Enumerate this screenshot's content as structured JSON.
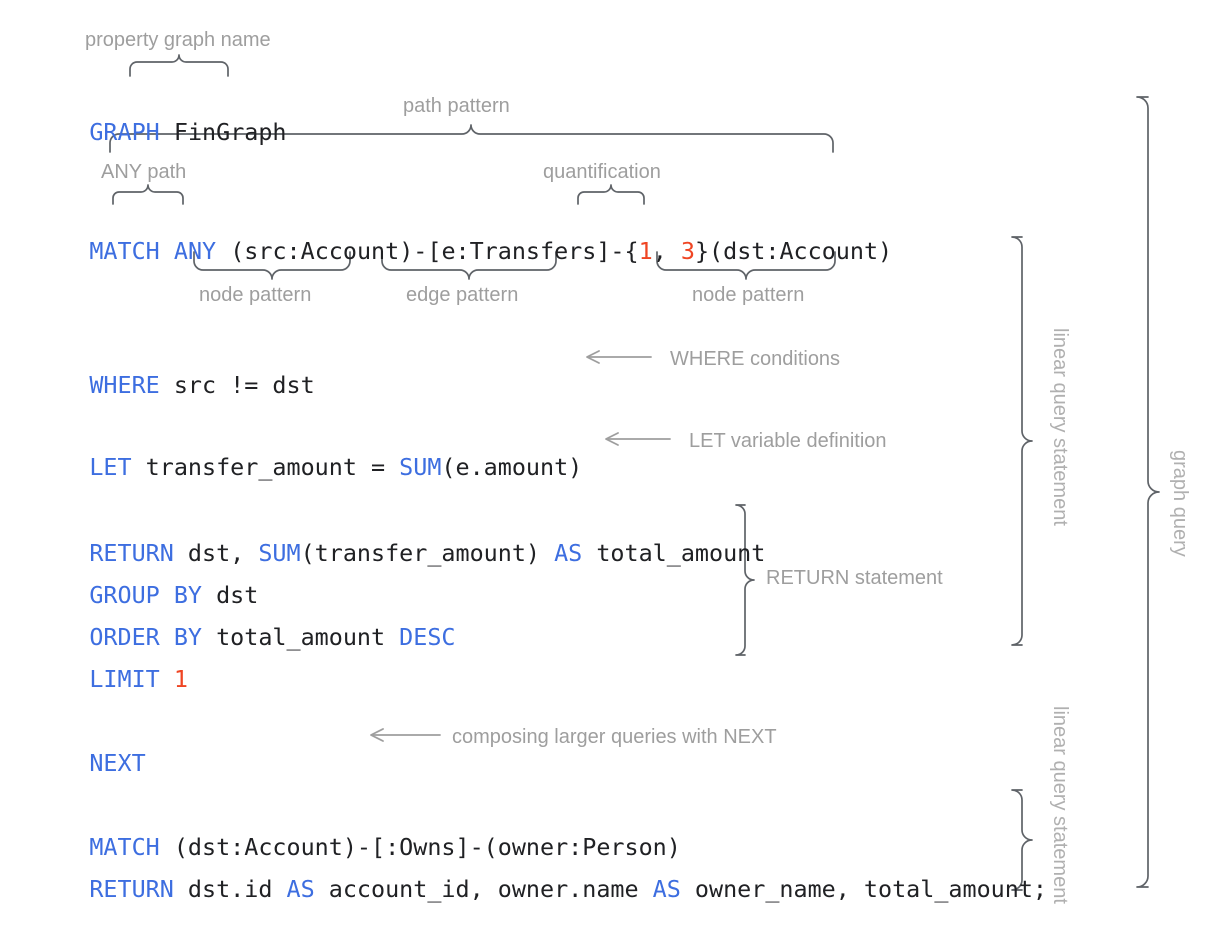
{
  "figure": {
    "title": "GQL graph query annotated diagram",
    "colors": {
      "keyword": "#3d6ee0",
      "literal": "#ef4523",
      "text": "#202124",
      "annotation": "#9e9e9e",
      "brace": "#5f6368",
      "background": "#ffffff"
    }
  },
  "code_lines": [
    {
      "id": "line-graph",
      "text": "GRAPH FinGraph"
    },
    {
      "id": "line-match",
      "text": "MATCH ANY (src:Account)-[e:Transfers]-{1, 3}(dst:Account)"
    },
    {
      "id": "line-where",
      "text": "WHERE src != dst"
    },
    {
      "id": "line-let",
      "text": "LET transfer_amount = SUM(e.amount)"
    },
    {
      "id": "line-return",
      "text": "RETURN dst, SUM(transfer_amount) AS total_amount"
    },
    {
      "id": "line-groupby",
      "text": "GROUP BY dst"
    },
    {
      "id": "line-orderby",
      "text": "ORDER BY total_amount DESC"
    },
    {
      "id": "line-limit",
      "text": "LIMIT 1"
    },
    {
      "id": "line-next",
      "text": "NEXT"
    },
    {
      "id": "line-match2",
      "text": "MATCH (dst:Account)-[:Owns]-(owner:Person)"
    },
    {
      "id": "line-return2",
      "text": "RETURN dst.id AS account_id, owner.name AS owner_name, total_amount;"
    }
  ],
  "tokens": {
    "graph": {
      "kw": "GRAPH",
      "sp": " ",
      "name": "FinGraph"
    },
    "match": {
      "kw": "MATCH",
      "sp1": " ",
      "any": "ANY",
      "sp2": " ",
      "node1": "(src:Account)-[e:Transfers]-{",
      "q_low": "1",
      "q_sep": ", ",
      "q_high": "3",
      "node2": "}(dst:Account)"
    },
    "where": {
      "kw": "WHERE",
      "rest": " src != dst"
    },
    "let": {
      "kw": "LET",
      "mid": " transfer_amount = ",
      "fn": "SUM",
      "rest": "(e.amount)"
    },
    "return1": {
      "kw": "RETURN",
      "a": " dst, ",
      "fn": "SUM",
      "b": "(transfer_amount) ",
      "as": "AS",
      "c": " total_amount"
    },
    "groupby": {
      "kw": "GROUP BY",
      "rest": " dst"
    },
    "orderby": {
      "kw": "ORDER BY",
      "mid": " total_amount ",
      "desc": "DESC"
    },
    "limit": {
      "kw": "LIMIT",
      "sp": " ",
      "num": "1"
    },
    "next": {
      "kw": "NEXT"
    },
    "match2": {
      "kw": "MATCH",
      "rest": " (dst:Account)-[:Owns]-(owner:Person)"
    },
    "return2": {
      "kw": "RETURN",
      "a": " dst.id ",
      "as1": "AS",
      "b": " account_id, owner.name ",
      "as2": "AS",
      "c": " owner_name, total_amount;"
    }
  },
  "annotations": {
    "property_graph_name": "property graph name",
    "path_pattern": "path pattern",
    "any_path": "ANY path",
    "quantification": "quantification",
    "node_pattern_left": "node pattern",
    "edge_pattern": "edge pattern",
    "node_pattern_right": "node pattern",
    "where_conditions": "WHERE conditions",
    "let_variable_definition": "LET variable definition",
    "return_statement": "RETURN statement",
    "composing_next": "composing larger queries with NEXT",
    "linear_query_statement_1": "linear query statement",
    "linear_query_statement_2": "linear query statement",
    "graph_query": "graph query"
  }
}
